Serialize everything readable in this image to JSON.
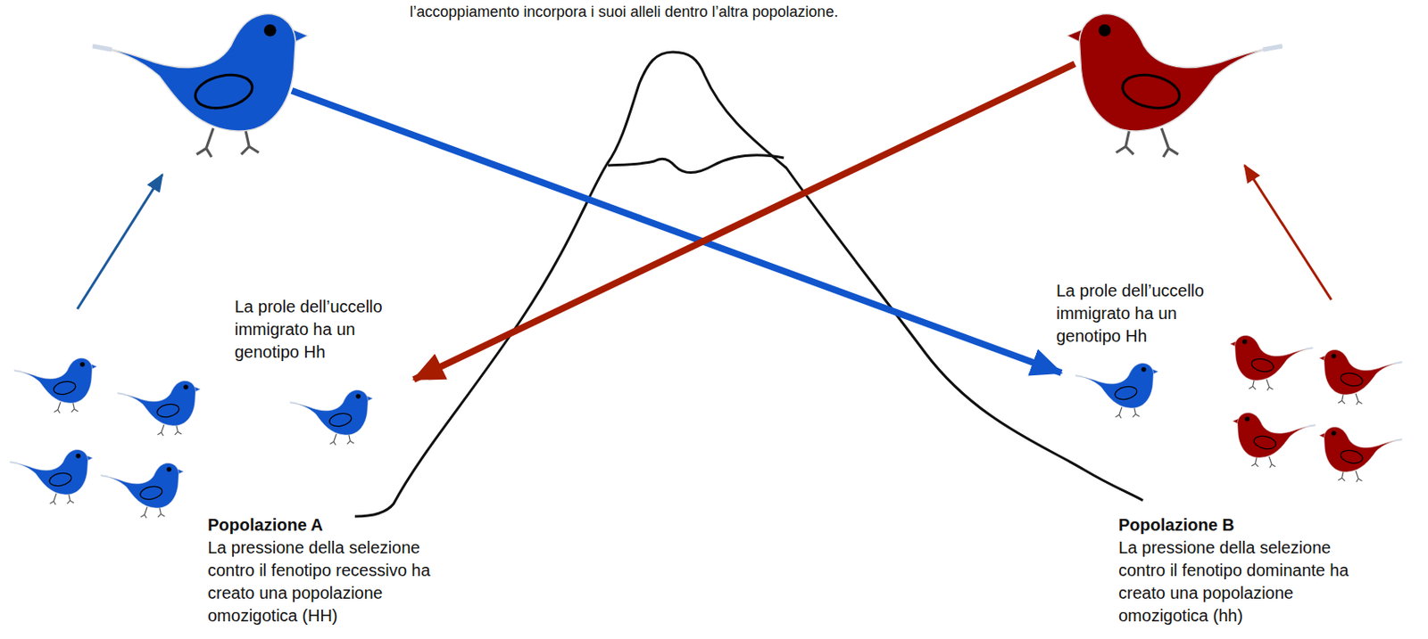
{
  "diagram": {
    "labels": [
      "l’accoppiamento incorpora i suoi alleli dentro l’altra popolazione.",
      "La prole dell’uccello immigrato ha un genotipo Hh",
      "La prole dell’uccello immigrato ha un genotipo Hh",
      "Popolazione A",
      "La pressione della selezione contro il fenotipo recessivo ha creato una popolazione omozigotica (HH)",
      "Popolazione B",
      "La pressione della selezione contro il fenotipo dominante ha creato una popolazione omozigotica (hh)"
    ]
  }
}
